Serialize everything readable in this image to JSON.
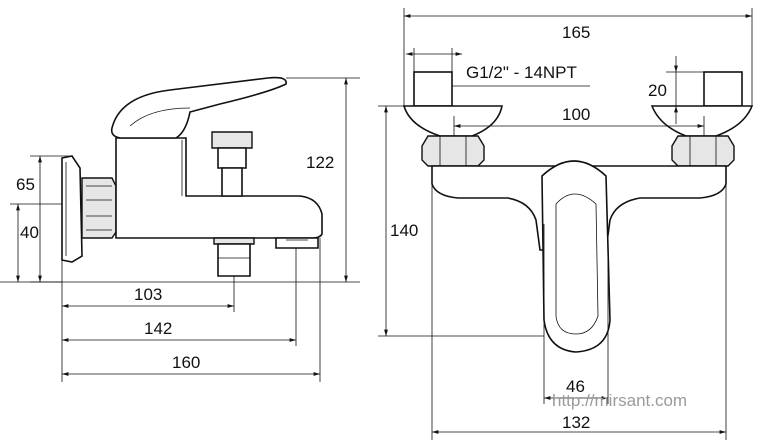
{
  "side_view": {
    "dim_65": "65",
    "dim_40": "40",
    "dim_122": "122",
    "dim_103": "103",
    "dim_142": "142",
    "dim_160": "160"
  },
  "front_view": {
    "dim_165": "165",
    "thread": "G1/2\" - 14NPT",
    "dim_20": "20",
    "dim_100": "100",
    "dim_140": "140",
    "dim_46": "46",
    "dim_132": "132"
  },
  "watermark": "http://mirsant.com"
}
